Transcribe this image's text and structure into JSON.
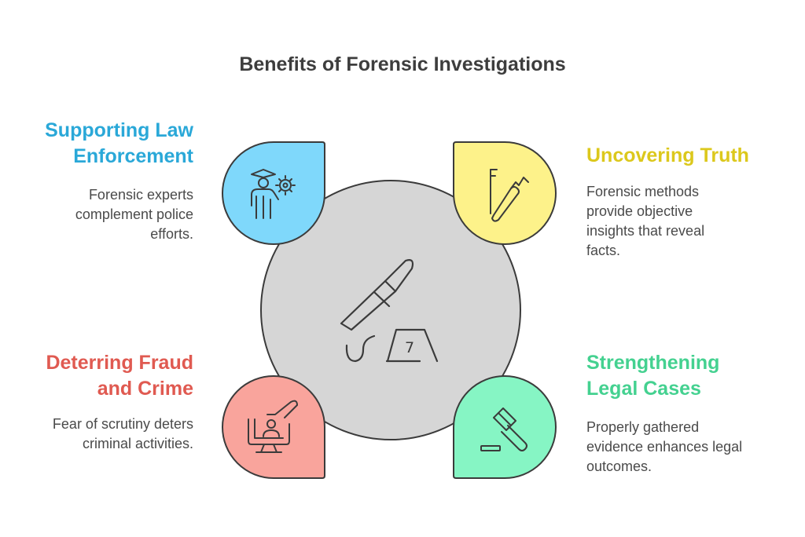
{
  "title": "Benefits of Forensic Investigations",
  "center": {
    "icon": "knife-evidence-marker-icon",
    "marker_number": "7"
  },
  "colors": {
    "center_fill": "#d6d6d6",
    "outline": "#3b3b3b",
    "law": "#7fd8fb",
    "truth": "#fdf28a",
    "fraud": "#f9a49c",
    "legal": "#86f5c4",
    "law_text": "#2aa8d8",
    "truth_text": "#dcc81c",
    "fraud_text": "#e05a51",
    "legal_text": "#44d190"
  },
  "items": [
    {
      "key": "law",
      "heading_lines": [
        "Supporting Law",
        "Enforcement"
      ],
      "desc_lines": [
        "Forensic experts",
        "complement police",
        "efforts."
      ],
      "icon": "police-officer-gear-icon"
    },
    {
      "key": "truth",
      "heading_lines": [
        "Uncovering Truth"
      ],
      "desc_lines": [
        "Forensic methods",
        "provide objective",
        "insights that reveal",
        "facts."
      ],
      "icon": "key-lock-pick-icon"
    },
    {
      "key": "fraud",
      "heading_lines": [
        "Deterring Fraud",
        "and Crime"
      ],
      "desc_lines": [
        "Fear of scrutiny deters",
        "criminal activities."
      ],
      "icon": "monitor-surveillance-icon"
    },
    {
      "key": "legal",
      "heading_lines": [
        "Strengthening",
        "Legal Cases"
      ],
      "desc_lines": [
        "Properly gathered",
        "evidence enhances legal",
        "outcomes."
      ],
      "icon": "gavel-icon"
    }
  ]
}
